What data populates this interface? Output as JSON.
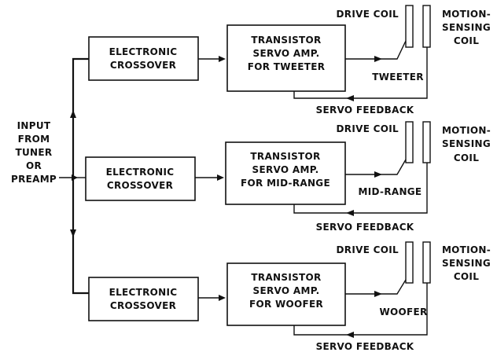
{
  "input_label": [
    "INPUT",
    "FROM",
    "TUNER",
    "OR",
    "PREAMP"
  ],
  "channels": [
    {
      "crossover_label": [
        "ELECTRONIC",
        "CROSSOVER"
      ],
      "amp_label": [
        "TRANSISTOR",
        "SERVO AMP.",
        "FOR TWEETER"
      ],
      "speaker_label": "TWEETER",
      "drive_coil_label": "DRIVE COIL",
      "motion_label": [
        "MOTION-",
        "SENSING",
        "COIL"
      ],
      "feedback_label": "SERVO FEEDBACK"
    },
    {
      "crossover_label": [
        "ELECTRONIC",
        "CROSSOVER"
      ],
      "amp_label": [
        "TRANSISTOR",
        "SERVO AMP.",
        "FOR MID-RANGE"
      ],
      "speaker_label": "MID-RANGE",
      "drive_coil_label": "DRIVE COIL",
      "motion_label": [
        "MOTION-",
        "SENSING",
        "COIL"
      ],
      "feedback_label": "SERVO FEEDBACK"
    },
    {
      "crossover_label": [
        "ELECTRONIC",
        "CROSSOVER"
      ],
      "amp_label": [
        "TRANSISTOR",
        "SERVO AMP.",
        "FOR WOOFER"
      ],
      "speaker_label": "WOOFER",
      "drive_coil_label": "DRIVE COIL",
      "motion_label": [
        "MOTION-",
        "SENSING",
        "COIL"
      ],
      "feedback_label": "SERVO FEEDBACK"
    }
  ]
}
